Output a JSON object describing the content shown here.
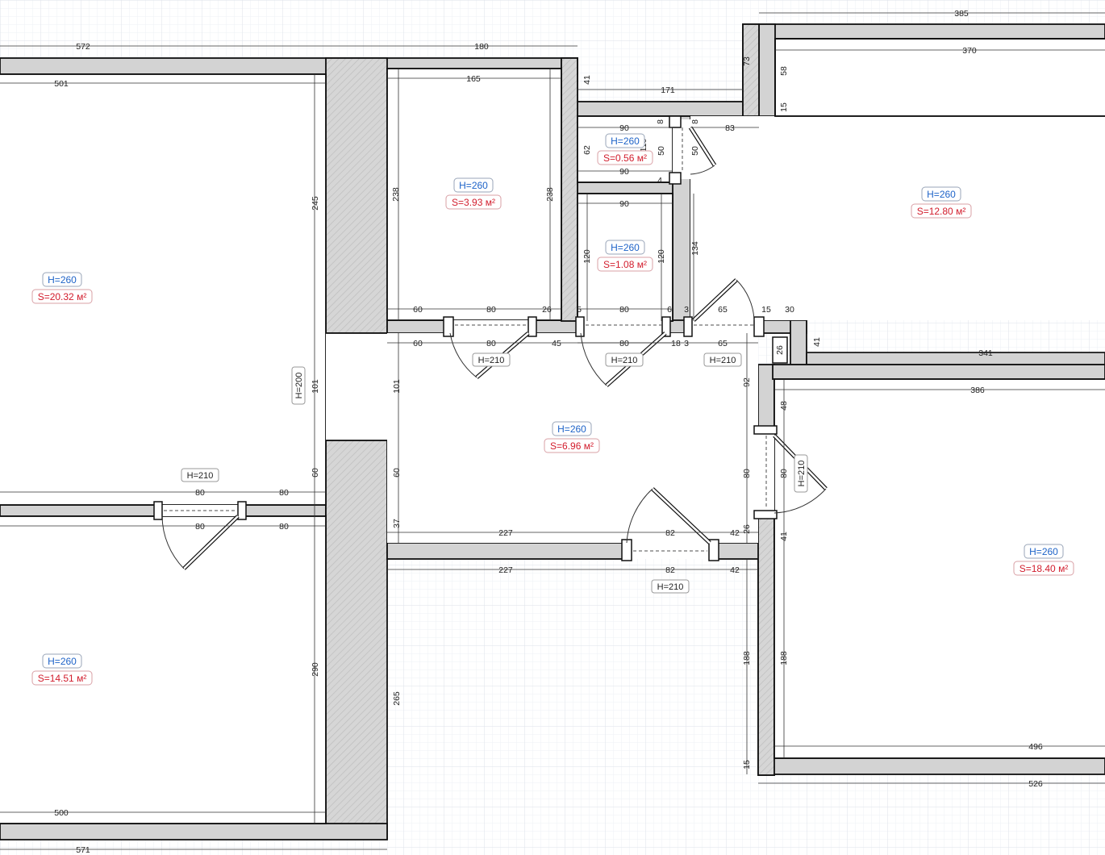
{
  "colors": {
    "wall_fill": "#d3d3d3",
    "wall_stroke": "#111111",
    "grid": "#e4e8ef",
    "room_height": "#1e63c8",
    "room_area": "#d21c2c"
  },
  "rooms": [
    {
      "height": "H=260",
      "area": "S=20.32 м²"
    },
    {
      "height": "H=260",
      "area": "S=14.51 м²"
    },
    {
      "height": "H=260",
      "area": "S=3.93 м²"
    },
    {
      "height": "H=260",
      "area": "S=0.56 м²"
    },
    {
      "height": "H=260",
      "area": "S=1.08 м²"
    },
    {
      "height": "H=260",
      "area": "S=6.96 м²"
    },
    {
      "height": "H=260",
      "area": "S=12.80 м²"
    },
    {
      "height": "H=260",
      "area": "S=18.40 м²"
    }
  ],
  "doors": [
    "H=210",
    "H=210",
    "H=210",
    "H=210",
    "H=210",
    "H=210"
  ],
  "opening": "H=200",
  "dimensions": {
    "top": [
      "572",
      "180",
      "385",
      "370",
      "171"
    ],
    "left_room": [
      "501",
      "245",
      "101",
      "60",
      "290",
      "500",
      "571",
      "80",
      "80",
      "80",
      "80"
    ],
    "room_3_93": [
      "165",
      "238",
      "238",
      "60",
      "80",
      "26"
    ],
    "small_rooms": [
      "41",
      "90",
      "62",
      "110",
      "90",
      "90",
      "120",
      "120",
      "5",
      "80",
      "6",
      "8",
      "8",
      "50",
      "50",
      "4",
      "134",
      "3"
    ],
    "corridor": [
      "60",
      "80",
      "45",
      "80",
      "18",
      "3",
      "65",
      "65",
      "15",
      "30",
      "26",
      "41",
      "101",
      "60",
      "37",
      "227",
      "227",
      "82",
      "82",
      "42",
      "42",
      "26",
      "80",
      "92",
      "265",
      "188"
    ],
    "right_rooms": [
      "73",
      "58",
      "15",
      "83",
      "341",
      "386",
      "48",
      "80",
      "41",
      "188",
      "15",
      "496",
      "526"
    ]
  }
}
